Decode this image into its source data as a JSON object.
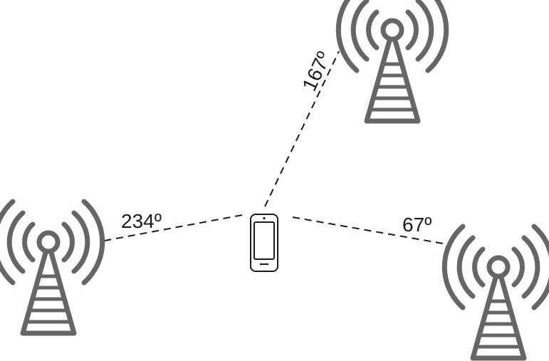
{
  "links": [
    {
      "id": "top",
      "label": "167º"
    },
    {
      "id": "left",
      "label": "234º"
    },
    {
      "id": "right",
      "label": "67º"
    }
  ],
  "icons": {
    "tower": "cell-tower-icon",
    "device": "mobile-phone-icon"
  },
  "colors": {
    "tower": "#666666",
    "lines": "#1a1a1a",
    "background": "#ffffff"
  }
}
